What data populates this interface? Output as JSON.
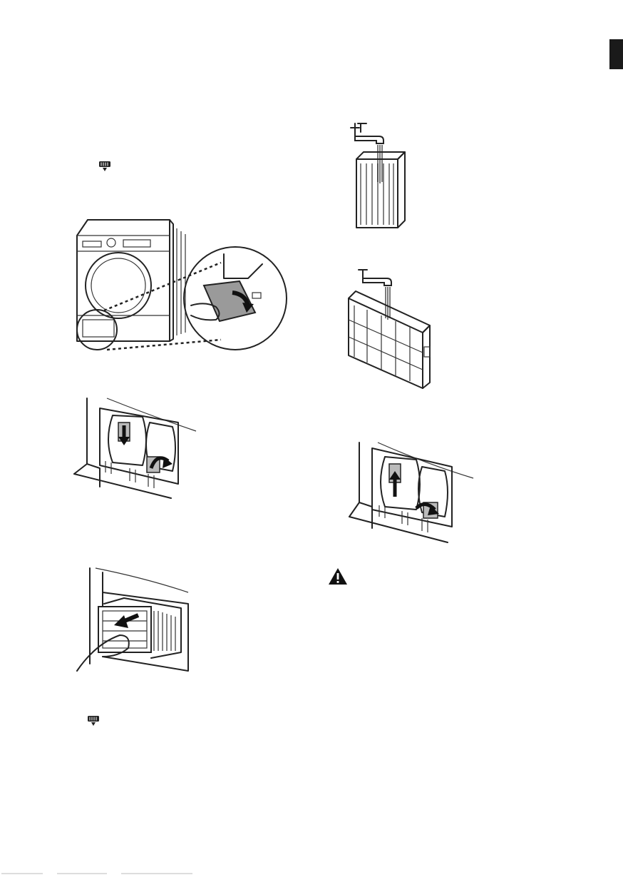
{
  "icons": {
    "heat_exchanger_icon_1": "heat-exchanger-icon",
    "heat_exchanger_icon_2": "heat-exchanger-icon",
    "warning_icon": "warning-triangle-icon",
    "language_tab": "language-tab-marker"
  },
  "colors": {
    "ink": "#222222",
    "grey_fill": "#9a9a9a",
    "tab": "#1a1a1a",
    "water": "#7a7a7a"
  },
  "illustrations": [
    "open-lower-cover",
    "unlock-levers",
    "pull-out-heat-exchanger",
    "rinse-vertical",
    "rinse-horizontal",
    "lock-levers"
  ]
}
